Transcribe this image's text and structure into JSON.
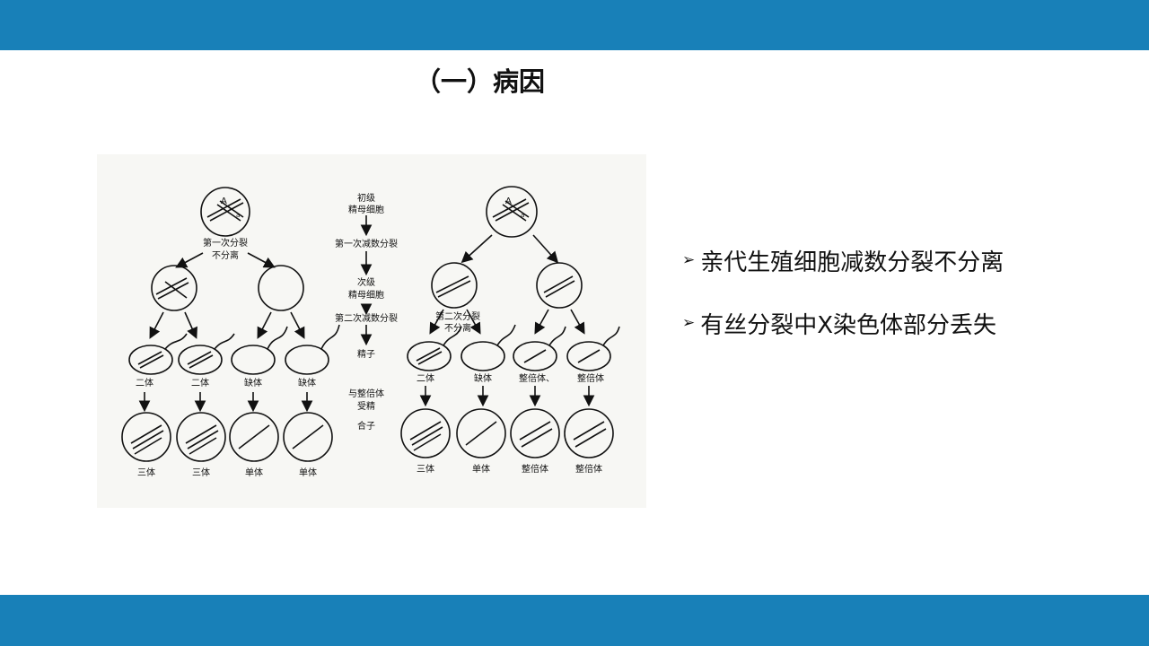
{
  "slide": {
    "title": "（一）病因",
    "bullets": [
      {
        "marker": "➢",
        "text": "亲代生殖细胞减数分裂不分离"
      },
      {
        "marker": "➢",
        "text": "有丝分裂中X染色体部分丢失"
      }
    ],
    "colors": {
      "band": "#1880b8"
    }
  },
  "figure": {
    "left_tree": {
      "allele_a": "A",
      "allele_b": "a",
      "stage_label_line1": "第一次分裂",
      "stage_label_line2": "不分离",
      "gamete_labels": [
        "二体",
        "二体",
        "缺体",
        "缺体"
      ],
      "zygote_labels": [
        "三体",
        "三体",
        "单体",
        "单体"
      ]
    },
    "middle": {
      "primary_line1": "初级",
      "primary_line2": "精母细胞",
      "meiosis1": "第一次减数分裂",
      "secondary_line1": "次级",
      "secondary_line2": "精母细胞",
      "meiosis2": "第二次减数分裂",
      "sperm": "精子",
      "fertilize_line1": "与整倍体",
      "fertilize_line2": "受精",
      "zygote": "合子"
    },
    "right_tree": {
      "allele_a": "A",
      "allele_b": "a",
      "stage_label_line1": "第二次分裂",
      "stage_label_line2": "不分离",
      "gamete_labels": [
        "二体",
        "缺体",
        "整倍体、",
        "整倍体"
      ],
      "zygote_labels": [
        "三体",
        "单体",
        "整倍体",
        "整倍体"
      ]
    }
  }
}
